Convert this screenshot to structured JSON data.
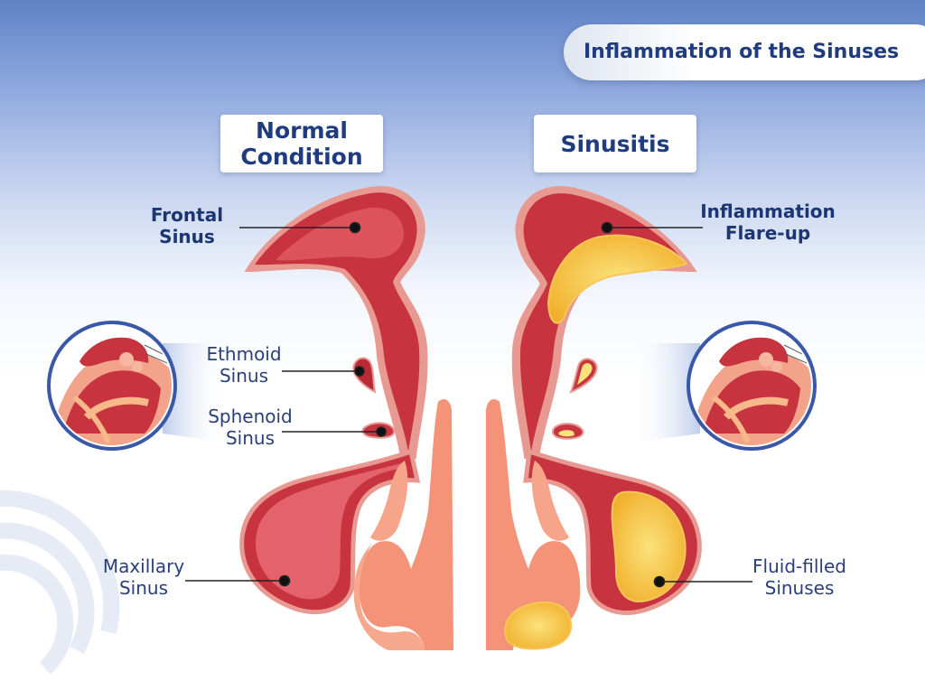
{
  "title": "Inflammation of the Sinuses",
  "panels": {
    "normal": {
      "heading": "Normal Condition"
    },
    "sinusitis": {
      "heading": "Sinusitis"
    }
  },
  "labels": {
    "frontal": "Frontal Sinus",
    "ethmoid": "Ethmoid Sinus",
    "sphenoid": "Sphenoid Sinus",
    "maxillary": "Maxillary Sinus",
    "inflammation": "Inflammation Flare-up",
    "fluid": "Fluid-filled Sinuses"
  },
  "colors": {
    "title_text": "#1f3c7e",
    "sinus_red": "#c3343f",
    "sinus_light": "#e86a72",
    "tissue": "#f28a72",
    "fluid": "#f5b830",
    "circle_border": "#3a58a8"
  }
}
